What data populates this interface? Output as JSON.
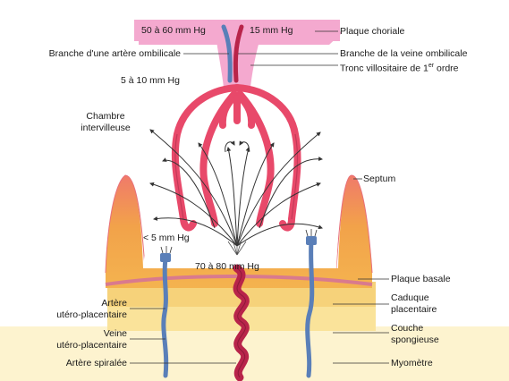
{
  "figure": {
    "labels": {
      "pressure_top_left": "50 à 60 mm Hg",
      "pressure_top_right": "15 mm Hg",
      "plaque_choriale": "Plaque choriale",
      "branche_artere": "Branche d'une artère ombilicale",
      "branche_veine": "Branche de la veine ombilicale",
      "tronc_prefix": "Tronc villositaire de 1",
      "tronc_sup": "er",
      "tronc_suffix": " ordre",
      "pressure_trunk": "5 à 10 mm Hg",
      "chambre_line1": "Chambre",
      "chambre_line2": "intervilleuse",
      "septum": "Septum",
      "pressure_low": "< 5 mm Hg",
      "pressure_jet": "70 à 80 mm Hg",
      "plaque_basale": "Plaque basale",
      "caduque_line1": "Caduque",
      "caduque_line2": "placentaire",
      "couche_line1": "Couche",
      "couche_line2": "spongieuse",
      "myometre": "Myomètre",
      "artere_up_line1": "Artère",
      "artere_up_line2": "utéro-placentaire",
      "veine_up_line1": "Veine",
      "veine_up_line2": "utéro-placentaire",
      "artere_spiralee": "Artère spiralée"
    },
    "colors": {
      "plate_pink": "#f4a9cf",
      "villus_red": "#e8496a",
      "artery_blue": "#5a7fb8",
      "spiral_red": "#b8244a",
      "septum_orange": "#f2a24a",
      "caduque_yellow": "#f6d27a",
      "spongy_yellow": "#fae39a",
      "myometrium_cream": "#fdf3cf"
    }
  }
}
